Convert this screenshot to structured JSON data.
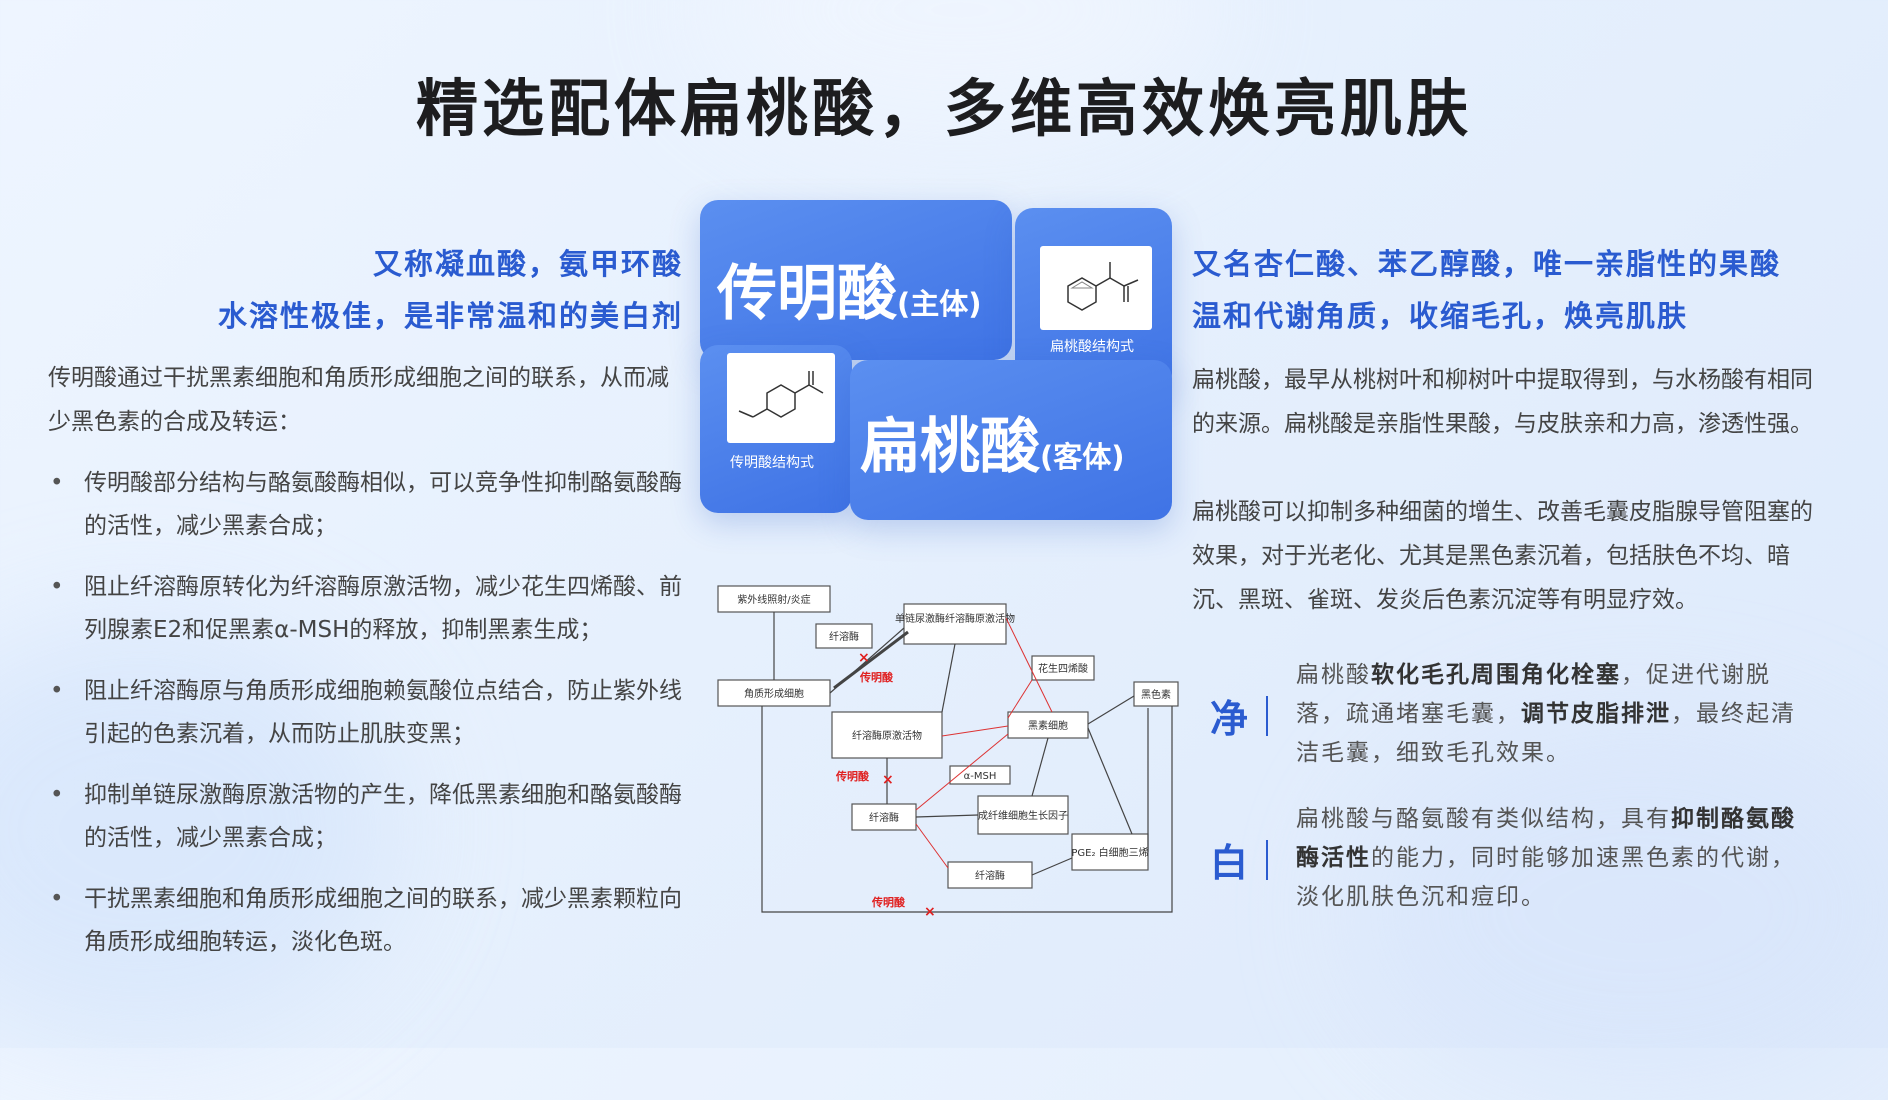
{
  "title": "精选配体扁桃酸，多维高效焕亮肌肤",
  "left": {
    "heading": [
      "又称凝血酸，氨甲环酸",
      "水溶性极佳，是非常温和的美白剂"
    ],
    "intro": "传明酸通过干扰黑素细胞和角质形成细胞之间的联系，从而减少黑色素的合成及转运：",
    "bullets": [
      "传明酸部分结构与酪氨酸酶相似，可以竞争性抑制酪氨酸酶的活性，减少黑素合成；",
      "阻止纤溶酶原转化为纤溶酶原激活物，减少花生四烯酸、前列腺素E2和促黑素α-MSH的释放，抑制黑素生成；",
      "阻止纤溶酶原与角质形成细胞赖氨酸位点结合，防止紫外线引起的色素沉着，从而防止肌肤变黑；",
      "抑制单链尿激酶原激活物的产生，降低黑素细胞和酪氨酸酶的活性，减少黑素合成；",
      "干扰黑素细胞和角质形成细胞之间的联系，减少黑素颗粒向角质形成细胞转运，淡化色斑。"
    ]
  },
  "center": {
    "host_name": "传明酸",
    "host_sub": "(主体)",
    "guest_name": "扁桃酸",
    "guest_sub": "(客体)",
    "guest_caption": "扁桃酸结构式",
    "host_caption": "传明酸结构式",
    "diagram": {
      "uv": "紫外线照射/炎症",
      "keratin": "角质形成细胞",
      "plasmin": "纤溶酶",
      "single_chain": "单链尿激酶纤溶酶原激活物",
      "activator": "纤溶酶原激活物",
      "arachidonic": "花生四烯酸",
      "melanocyte": "黑素细胞",
      "melanin": "黑色素",
      "msh": "α-MSH",
      "plasminogen": "纤溶酶",
      "fgf": "成纤维细胞生长因子",
      "pge": "PGE₂ 白细胞三烯",
      "inhibit_label": "传明酸"
    }
  },
  "right": {
    "heading": [
      "又名杏仁酸、苯乙醇酸，唯一亲脂性的果酸",
      "温和代谢角质，收缩毛孔，焕亮肌肤"
    ],
    "p1": "扁桃酸，最早从桃树叶和柳树叶中提取得到，与水杨酸有相同的来源。扁桃酸是亲脂性果酸，与皮肤亲和力高，渗透性强。",
    "p2": "扁桃酸可以抑制多种细菌的增生、改善毛囊皮脂腺导管阻塞的效果，对于光老化、尤其是黑色素沉着，包括肤色不均、暗沉、黑斑、雀斑、发炎后色素沉淀等有明显疗效。",
    "features": [
      {
        "badge": "净",
        "t1": "扁桃酸",
        "b1": "软化毛孔周围角化栓塞",
        "t2": "，促进代谢脱落，疏通堵塞毛囊，",
        "b2": "调节皮脂排泄",
        "t3": "，最终起清洁毛囊，细致毛孔效果。"
      },
      {
        "badge": "白",
        "t1": "扁桃酸与酪氨酸有类似结构，具有",
        "b1": "抑制酪氨酸酶活性",
        "t2": "的能力，同时能够加速黑色素的代谢，淡化肌肤色沉和痘印。",
        "b2": "",
        "t3": ""
      }
    ]
  },
  "colors": {
    "accent": "#2a5bd0",
    "card": "#4a7fea",
    "inhibit": "#e02020"
  }
}
